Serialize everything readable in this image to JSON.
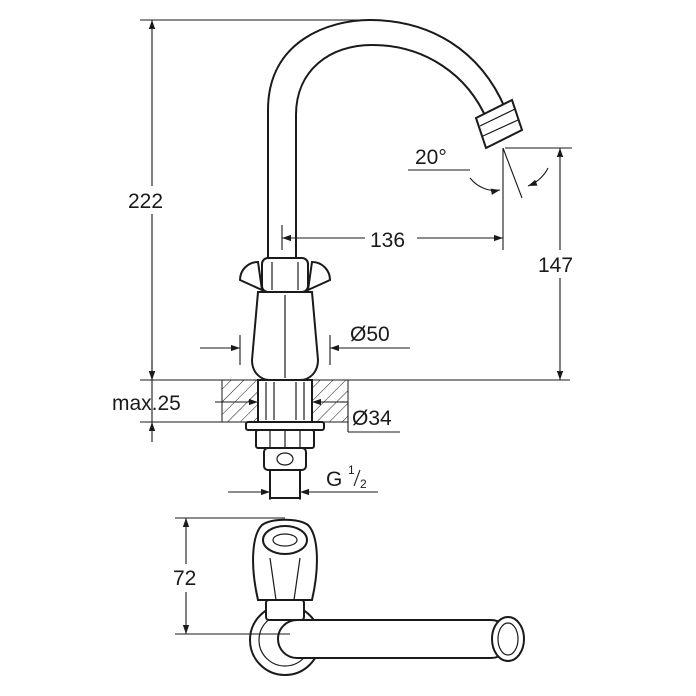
{
  "dimensions": {
    "total_height": "222",
    "spout_reach": "136",
    "spout_height": "147",
    "spout_angle": "20°",
    "base_diameter": "Ø50",
    "max_thickness": "max.25",
    "hole_diameter": "Ø34",
    "thread_label": "G",
    "thread_num": "1",
    "thread_den": "2",
    "handle_height": "72"
  }
}
